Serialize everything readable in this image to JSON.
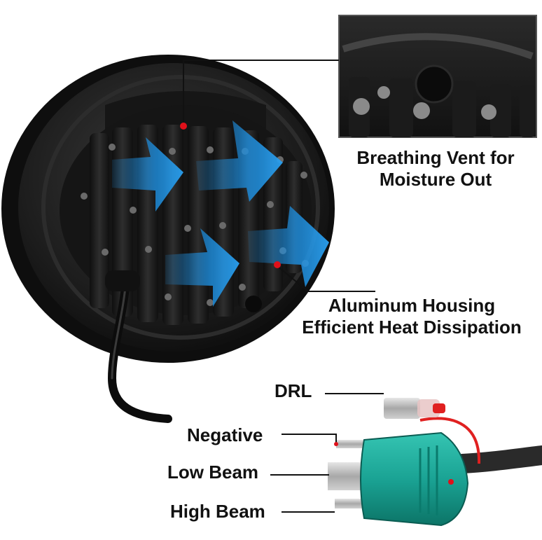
{
  "callouts": {
    "vent": {
      "line1": "Breathing Vent for",
      "line2": "Moisture Out"
    },
    "housing": {
      "line1": "Aluminum Housing",
      "line2": "Efficient Heat Dissipation"
    }
  },
  "wiring": {
    "drl": "DRL",
    "negative": "Negative",
    "low_beam": "Low Beam",
    "high_beam": "High Beam"
  },
  "colors": {
    "housing": "#1a1a1a",
    "airflow_arrow": "#1e8fe0",
    "marker_dot": "#e0101a",
    "plug": "#1aa394",
    "wire_red": "#e02020"
  }
}
